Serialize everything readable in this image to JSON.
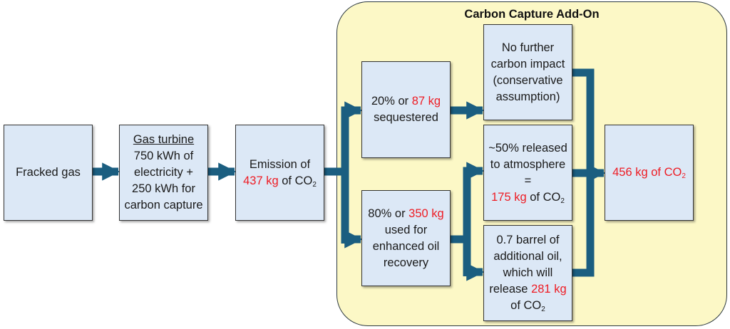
{
  "colors": {
    "arrow": "#1b5e80",
    "box_fill": "#dce8f6",
    "panel_fill": "#fcf8c6",
    "highlight": "#ee1c24"
  },
  "panel": {
    "title": "Carbon Capture Add-On"
  },
  "boxes": {
    "fracked": {
      "text": "Fracked gas"
    },
    "turbine": {
      "heading": "Gas turbine",
      "text": "750 kWh of electricity + 250 kWh for carbon capture"
    },
    "emission": {
      "pre": "Emission of",
      "value": "437 kg",
      "post": "of CO",
      "sub": "2"
    },
    "sequestered": {
      "pre": "20% or",
      "value": "87 kg",
      "post": "sequestered"
    },
    "eor": {
      "pre": "80% or",
      "value": "350 kg",
      "post": "used for enhanced oil recovery"
    },
    "no_impact": {
      "text": "No further carbon impact (conservative assumption)"
    },
    "released": {
      "pre": "~50% released to atmosphere =",
      "value": "175 kg",
      "post": "of CO",
      "sub": "2"
    },
    "barrel": {
      "pre": "0.7 barrel of additional oil, which will release",
      "value": "281 kg",
      "post": "of CO",
      "sub": "2"
    },
    "total": {
      "value": "456 kg of CO",
      "sub": "2"
    }
  }
}
